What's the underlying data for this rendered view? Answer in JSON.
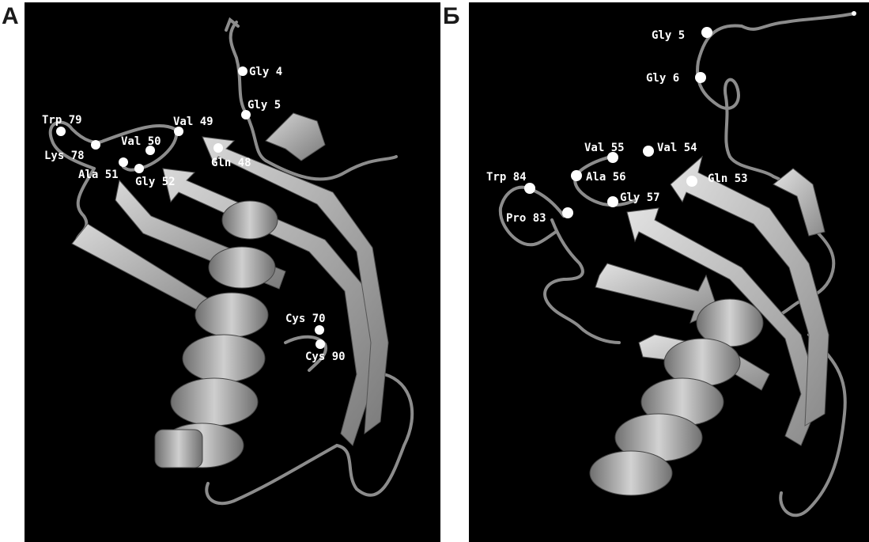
{
  "panels": [
    {
      "letter": "А",
      "residues": [
        {
          "label": "Gly 4"
        },
        {
          "label": "Gly 5"
        },
        {
          "label": "Trp 79"
        },
        {
          "label": "Lys 78"
        },
        {
          "label": "Val 49"
        },
        {
          "label": "Val 50"
        },
        {
          "label": "Gln 48"
        },
        {
          "label": "Ala 51"
        },
        {
          "label": "Gly 52"
        },
        {
          "label": "Cys 70"
        },
        {
          "label": "Cys 90"
        }
      ]
    },
    {
      "letter": "Б",
      "residues": [
        {
          "label": "Gly 5"
        },
        {
          "label": "Gly 6"
        },
        {
          "label": "Val 55"
        },
        {
          "label": "Val 54"
        },
        {
          "label": "Ala 56"
        },
        {
          "label": "Gln 53"
        },
        {
          "label": "Trp 84"
        },
        {
          "label": "Gly 57"
        },
        {
          "label": "Pro 83"
        }
      ]
    }
  ]
}
